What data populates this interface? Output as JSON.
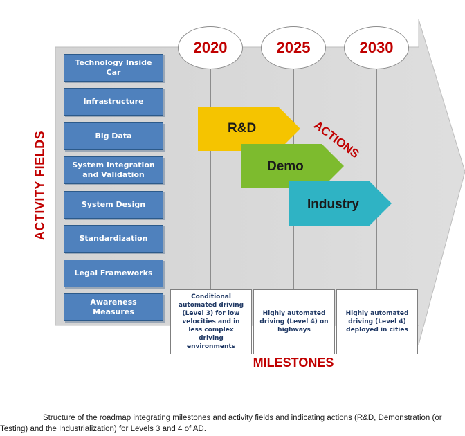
{
  "activity_fields_label": "ACTIVITY FIELDS",
  "actions_label": "ACTIONS",
  "milestones_label": "MILESTONES",
  "years": [
    "2020",
    "2025",
    "2030"
  ],
  "fields": [
    "Technology Inside Car",
    "Infrastructure",
    "Big Data",
    "System Integration and Validation",
    "System Design",
    "Standardization",
    "Legal Frameworks",
    "Awareness Measures"
  ],
  "actions": [
    {
      "label": "R&D",
      "color": "#f5c400"
    },
    {
      "label": "Demo",
      "color": "#7dbb2e"
    },
    {
      "label": "Industry",
      "color": "#2fb3c4"
    }
  ],
  "milestones": [
    "Conditional automated driving (Level 3) for low velocities and in less complex driving environments",
    "Highly automated driving (Level 4) on highways",
    "Highly automated driving (Level 4) deployed in cities"
  ],
  "caption": "Structure of the roadmap integrating milestones and activity fields and indicating actions (R&D, Demonstration (or Testing) and the Industrialization) for Levels 3 and 4 of AD.",
  "colors": {
    "arrow_fill": "#d9d9d9",
    "field_box": "#4f81bd",
    "accent_red": "#c00000"
  }
}
